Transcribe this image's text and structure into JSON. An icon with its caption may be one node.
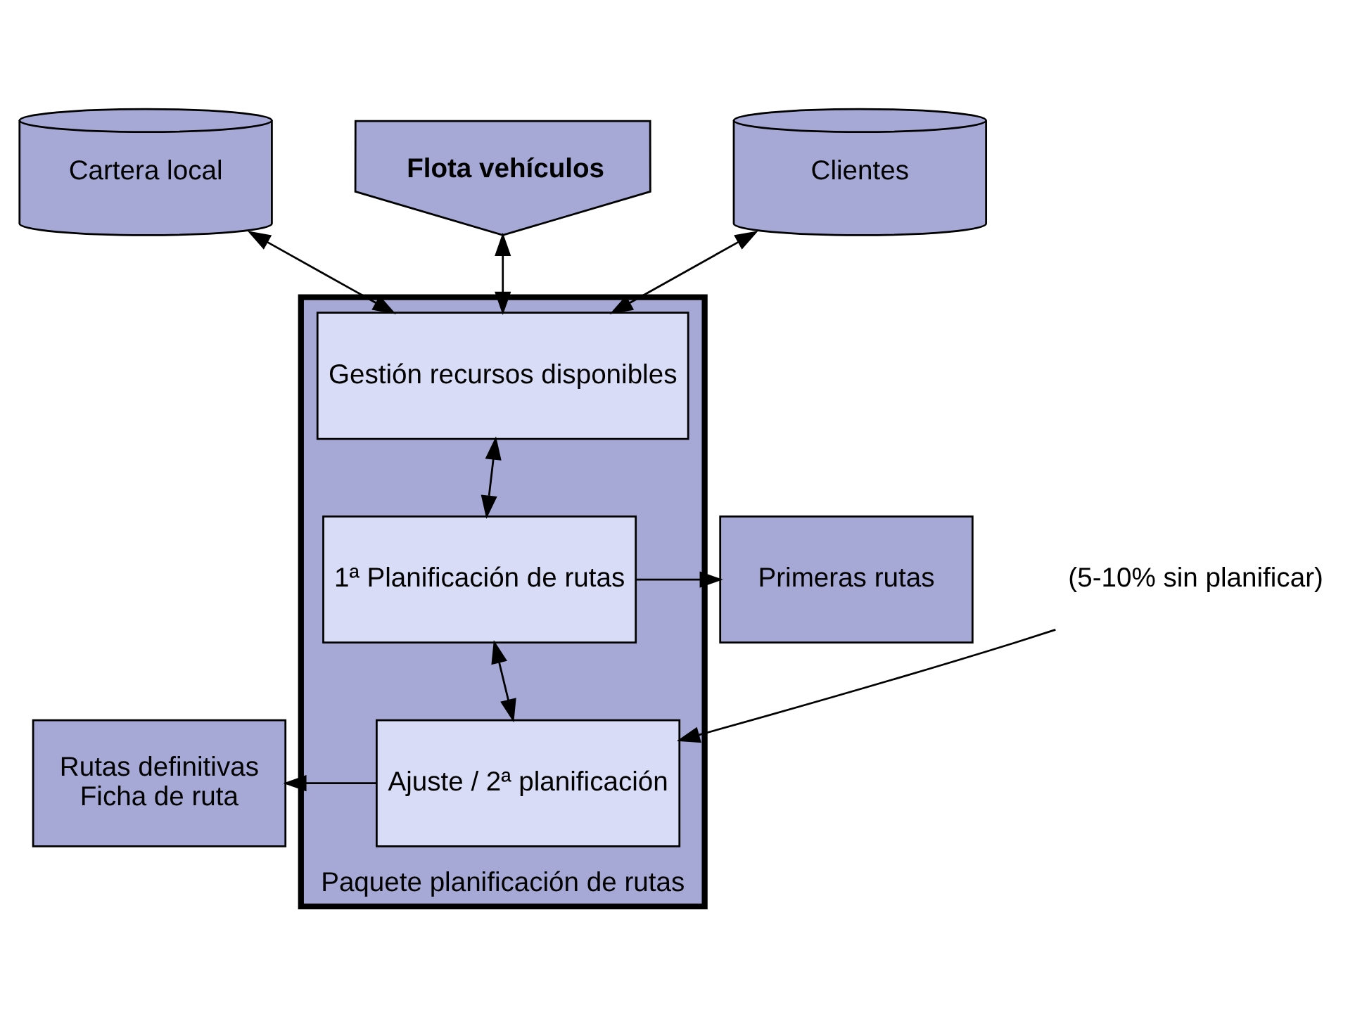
{
  "diagram": {
    "nodes": [
      {
        "text": [
          "Cartera local"
        ]
      },
      {
        "text": [
          "Flota vehículos"
        ]
      },
      {
        "text": [
          "Clientes"
        ]
      },
      {
        "text": [
          "Paquete planificación de rutas"
        ]
      },
      {
        "text": [
          "Gestión recursos disponibles"
        ],
        "in": 3
      },
      {
        "text": [
          "1ª Planificación de rutas"
        ],
        "in": 3
      },
      {
        "text": [
          "Ajuste / 2ª planificación"
        ],
        "in": 3
      },
      {
        "text": [
          "Primeras rutas"
        ]
      },
      {
        "text": [
          "(5-10% sin planificar)"
        ]
      },
      {
        "text": [
          "Rutas definitivas",
          "Ficha de ruta"
        ]
      }
    ],
    "edges": [
      {
        "from": 0,
        "to": 4,
        "arrow": "both"
      },
      {
        "from": 1,
        "to": 4,
        "arrow": "both"
      },
      {
        "from": 2,
        "to": 4,
        "arrow": "both"
      },
      {
        "from": 4,
        "to": 5,
        "arrow": "both"
      },
      {
        "from": 5,
        "to": 6,
        "arrow": "both"
      },
      {
        "from": 5,
        "to": 7,
        "arrow": "to"
      },
      {
        "from": 8,
        "to": 6,
        "arrow": "to"
      },
      {
        "from": 6,
        "to": 9,
        "arrow": "to"
      }
    ]
  }
}
